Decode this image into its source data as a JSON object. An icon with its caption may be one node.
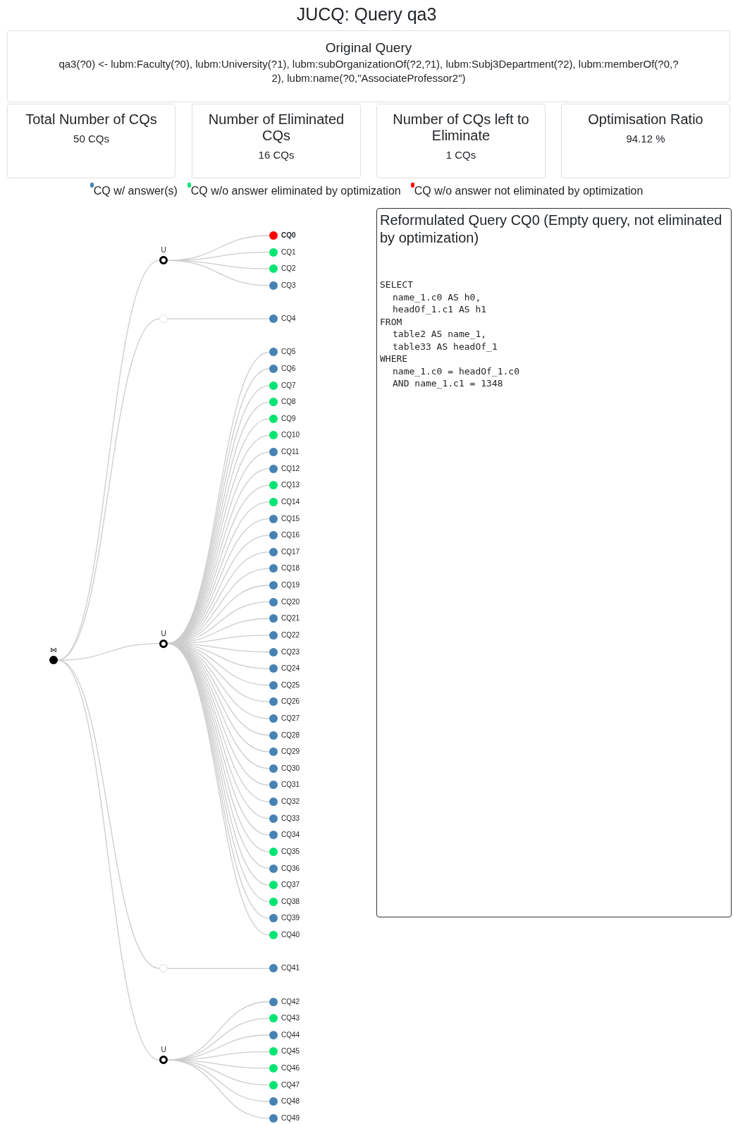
{
  "diagram": {
    "title": "JUCQ: Query qa3",
    "nodes": [
      {
        "text": [
          "Original Query",
          "qa3(?0) <- lubm:Faculty(?0), lubm:University(?1), lubm:subOrganizationOf(?2,?1), lubm:Subj3Department(?2), lubm:memberOf(?0,?2), lubm:name(?0,\"AssociateProfessor2\")"
        ]
      },
      {
        "text": [
          "Total Number of CQs",
          "50 CQs"
        ]
      },
      {
        "text": [
          "Number of Eliminated CQs",
          "16 CQs"
        ]
      },
      {
        "text": [
          "Number of CQs left to Eliminate",
          "1 CQs"
        ]
      },
      {
        "text": [
          "Optimisation Ratio",
          "94.12 %"
        ]
      },
      {
        "text": [
          "⋈"
        ]
      },
      {
        "text": [
          "U"
        ]
      },
      {
        "text": [
          "CQ0"
        ]
      },
      {
        "text": [
          "CQ1"
        ]
      },
      {
        "text": [
          "CQ2"
        ]
      },
      {
        "text": [
          "CQ3"
        ]
      },
      {
        "text": [],
        "shape": "circle"
      },
      {
        "text": [
          "CQ4"
        ]
      },
      {
        "text": [
          "U"
        ]
      },
      {
        "text": [
          "CQ5"
        ]
      },
      {
        "text": [
          "CQ6"
        ]
      },
      {
        "text": [
          "CQ7"
        ]
      },
      {
        "text": [
          "CQ8"
        ]
      },
      {
        "text": [
          "CQ9"
        ]
      },
      {
        "text": [
          "CQ10"
        ]
      },
      {
        "text": [
          "CQ11"
        ]
      },
      {
        "text": [
          "CQ12"
        ]
      },
      {
        "text": [
          "CQ13"
        ]
      },
      {
        "text": [
          "CQ14"
        ]
      },
      {
        "text": [
          "CQ15"
        ]
      },
      {
        "text": [
          "CQ16"
        ]
      },
      {
        "text": [
          "CQ17"
        ]
      },
      {
        "text": [
          "CQ18"
        ]
      },
      {
        "text": [
          "CQ19"
        ]
      },
      {
        "text": [
          "CQ20"
        ]
      },
      {
        "text": [
          "CQ21"
        ]
      },
      {
        "text": [
          "CQ22"
        ]
      },
      {
        "text": [
          "CQ23"
        ]
      },
      {
        "text": [
          "CQ24"
        ]
      },
      {
        "text": [
          "CQ25"
        ]
      },
      {
        "text": [
          "CQ26"
        ]
      },
      {
        "text": [
          "CQ27"
        ]
      },
      {
        "text": [
          "CQ28"
        ]
      },
      {
        "text": [
          "CQ29"
        ]
      },
      {
        "text": [
          "CQ30"
        ]
      },
      {
        "text": [
          "CQ31"
        ]
      },
      {
        "text": [
          "CQ32"
        ]
      },
      {
        "text": [
          "CQ33"
        ]
      },
      {
        "text": [
          "CQ34"
        ]
      },
      {
        "text": [
          "CQ35"
        ]
      },
      {
        "text": [
          "CQ36"
        ]
      },
      {
        "text": [
          "CQ37"
        ]
      },
      {
        "text": [
          "CQ38"
        ]
      },
      {
        "text": [
          "CQ39"
        ]
      },
      {
        "text": [
          "CQ40"
        ]
      },
      {
        "text": [],
        "shape": "circle"
      },
      {
        "text": [
          "CQ41"
        ]
      },
      {
        "text": [
          "U"
        ]
      },
      {
        "text": [
          "CQ42"
        ]
      },
      {
        "text": [
          "CQ43"
        ]
      },
      {
        "text": [
          "CQ44"
        ]
      },
      {
        "text": [
          "CQ45"
        ]
      },
      {
        "text": [
          "CQ46"
        ]
      },
      {
        "text": [
          "CQ47"
        ]
      },
      {
        "text": [
          "CQ48"
        ]
      },
      {
        "text": [
          "CQ49"
        ]
      },
      {
        "text": [
          "Reformulated Query CQ0 (Empty query, not eliminated by optimization)",
          "SELECT",
          "name_1.c0 AS h0,",
          "headOf_1.c1 AS h1",
          "FROM",
          "table2 AS name_1,",
          "table33 AS headOf_1",
          "WHERE",
          "name_1.c0 = headOf_1.c0",
          "AND name_1.c1 = 1348"
        ]
      }
    ],
    "edges": [
      {
        "from": 5,
        "to": 6,
        "arrow": "none"
      },
      {
        "from": 5,
        "to": 11,
        "arrow": "none"
      },
      {
        "from": 5,
        "to": 13,
        "arrow": "none"
      },
      {
        "from": 5,
        "to": 50,
        "arrow": "none"
      },
      {
        "from": 5,
        "to": 52,
        "arrow": "none"
      },
      {
        "from": 6,
        "to": 7,
        "arrow": "none"
      },
      {
        "from": 6,
        "to": 8,
        "arrow": "none"
      },
      {
        "from": 6,
        "to": 9,
        "arrow": "none"
      },
      {
        "from": 6,
        "to": 10,
        "arrow": "none"
      },
      {
        "from": 11,
        "to": 12,
        "arrow": "none"
      },
      {
        "from": 13,
        "to": 14,
        "arrow": "none"
      },
      {
        "from": 13,
        "to": 15,
        "arrow": "none"
      },
      {
        "from": 13,
        "to": 16,
        "arrow": "none"
      },
      {
        "from": 13,
        "to": 17,
        "arrow": "none"
      },
      {
        "from": 13,
        "to": 18,
        "arrow": "none"
      },
      {
        "from": 13,
        "to": 19,
        "arrow": "none"
      },
      {
        "from": 13,
        "to": 20,
        "arrow": "none"
      },
      {
        "from": 13,
        "to": 21,
        "arrow": "none"
      },
      {
        "from": 13,
        "to": 22,
        "arrow": "none"
      },
      {
        "from": 13,
        "to": 23,
        "arrow": "none"
      },
      {
        "from": 13,
        "to": 24,
        "arrow": "none"
      },
      {
        "from": 13,
        "to": 25,
        "arrow": "none"
      },
      {
        "from": 13,
        "to": 26,
        "arrow": "none"
      },
      {
        "from": 13,
        "to": 27,
        "arrow": "none"
      },
      {
        "from": 13,
        "to": 28,
        "arrow": "none"
      },
      {
        "from": 13,
        "to": 29,
        "arrow": "none"
      },
      {
        "from": 13,
        "to": 30,
        "arrow": "none"
      },
      {
        "from": 13,
        "to": 31,
        "arrow": "none"
      },
      {
        "from": 13,
        "to": 32,
        "arrow": "none"
      },
      {
        "from": 13,
        "to": 33,
        "arrow": "none"
      },
      {
        "from": 13,
        "to": 34,
        "arrow": "none"
      },
      {
        "from": 13,
        "to": 35,
        "arrow": "none"
      },
      {
        "from": 13,
        "to": 36,
        "arrow": "none"
      },
      {
        "from": 13,
        "to": 37,
        "arrow": "none"
      },
      {
        "from": 13,
        "to": 38,
        "arrow": "none"
      },
      {
        "from": 13,
        "to": 39,
        "arrow": "none"
      },
      {
        "from": 13,
        "to": 40,
        "arrow": "none"
      },
      {
        "from": 13,
        "to": 41,
        "arrow": "none"
      },
      {
        "from": 13,
        "to": 42,
        "arrow": "none"
      },
      {
        "from": 13,
        "to": 43,
        "arrow": "none"
      },
      {
        "from": 13,
        "to": 44,
        "arrow": "none"
      },
      {
        "from": 13,
        "to": 45,
        "arrow": "none"
      },
      {
        "from": 13,
        "to": 46,
        "arrow": "none"
      },
      {
        "from": 13,
        "to": 47,
        "arrow": "none"
      },
      {
        "from": 13,
        "to": 48,
        "arrow": "none"
      },
      {
        "from": 13,
        "to": 49,
        "arrow": "none"
      },
      {
        "from": 50,
        "to": 51,
        "arrow": "none"
      },
      {
        "from": 52,
        "to": 53,
        "arrow": "none"
      },
      {
        "from": 52,
        "to": 54,
        "arrow": "none"
      },
      {
        "from": 52,
        "to": 55,
        "arrow": "none"
      },
      {
        "from": 52,
        "to": 56,
        "arrow": "none"
      },
      {
        "from": 52,
        "to": 57,
        "arrow": "none"
      },
      {
        "from": 52,
        "to": 58,
        "arrow": "none"
      },
      {
        "from": 52,
        "to": 59,
        "arrow": "none"
      },
      {
        "from": 52,
        "to": 60,
        "arrow": "none"
      }
    ],
    "legend": [
      {
        "text": "CQ w/ answer(s)",
        "color": "#4682b4"
      },
      {
        "text": "CQ w/o answer eliminated by optimization",
        "color": "#00e472"
      },
      {
        "text": "CQ w/o answer not eliminated by optimization",
        "color": "#ff0000"
      }
    ]
  }
}
